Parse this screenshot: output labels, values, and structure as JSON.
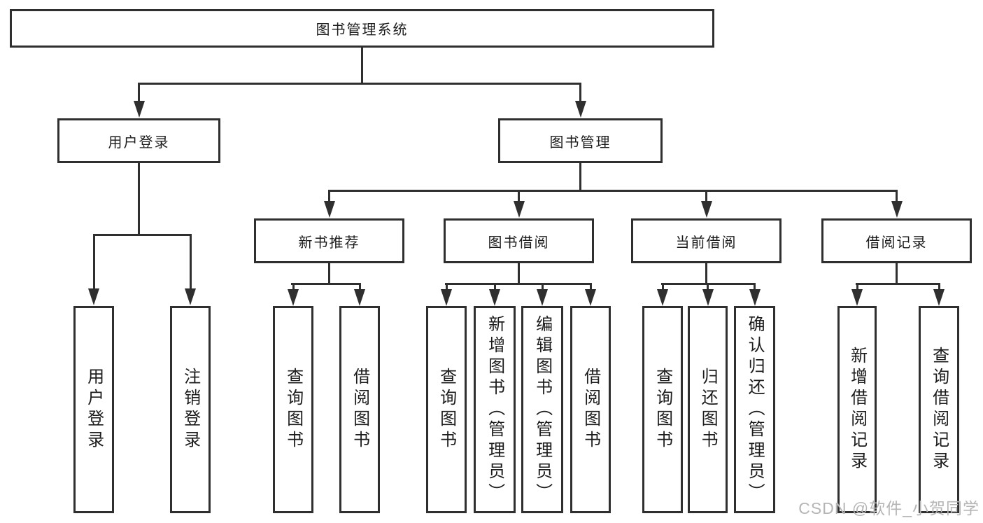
{
  "diagram_title": "图书管理系统",
  "nodes": {
    "root": {
      "label": "图书管理系统"
    },
    "l2": [
      {
        "label": "用户登录"
      },
      {
        "label": "图书管理"
      }
    ],
    "l3": [
      {
        "label": "新书推荐"
      },
      {
        "label": "图书借阅"
      },
      {
        "label": "当前借阅"
      },
      {
        "label": "借阅记录"
      }
    ],
    "leaves": [
      {
        "label": "用户登录"
      },
      {
        "label": "注销登录"
      },
      {
        "label": "查询图书"
      },
      {
        "label": "借阅图书"
      },
      {
        "label": "查询图书"
      },
      {
        "label": "新增图书（管理员）"
      },
      {
        "label": "编辑图书（管理员）"
      },
      {
        "label": "借阅图书"
      },
      {
        "label": "查询图书"
      },
      {
        "label": "归还图书"
      },
      {
        "label": "确认归还（管理员）"
      },
      {
        "label": "新增借阅记录"
      },
      {
        "label": "查询借阅记录"
      }
    ]
  },
  "watermark": {
    "text": "CSDN @软件_小贺同学"
  },
  "colors": {
    "line": "#2f2f2f",
    "text": "#1c1c1c",
    "watermark": "#b5b5b5",
    "background": "#ffffff"
  }
}
